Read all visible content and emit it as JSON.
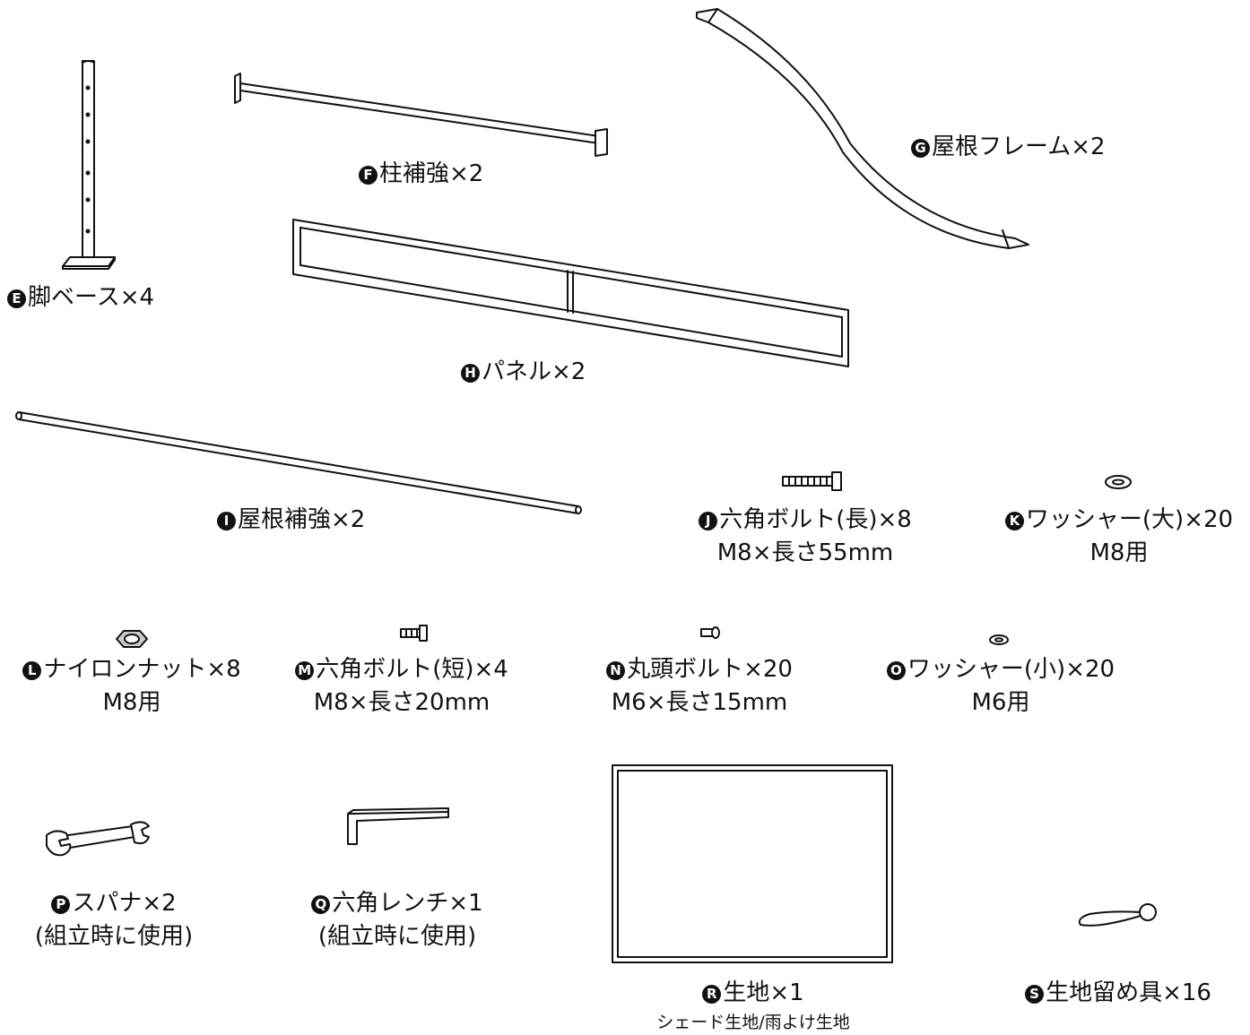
{
  "parts": {
    "E": {
      "letter": "E",
      "name": "脚ベース×4"
    },
    "F": {
      "letter": "F",
      "name": "柱補強×2"
    },
    "G": {
      "letter": "G",
      "name": "屋根フレーム×2"
    },
    "H": {
      "letter": "H",
      "name": "パネル×2"
    },
    "I": {
      "letter": "I",
      "name": "屋根補強×2"
    },
    "J": {
      "letter": "J",
      "name": "六角ボルト(長)×8",
      "spec": "M8×長さ55mm"
    },
    "K": {
      "letter": "K",
      "name": "ワッシャー(大)×20",
      "spec": "M8用"
    },
    "L": {
      "letter": "L",
      "name": "ナイロンナット×8",
      "spec": "M8用"
    },
    "M": {
      "letter": "M",
      "name": "六角ボルト(短)×4",
      "spec": "M8×長さ20mm"
    },
    "N": {
      "letter": "N",
      "name": "丸頭ボルト×20",
      "spec": "M6×長さ15mm"
    },
    "O": {
      "letter": "O",
      "name": "ワッシャー(小)×20",
      "spec": "M6用"
    },
    "P": {
      "letter": "P",
      "name": "スパナ×2",
      "spec": "(組立時に使用)"
    },
    "Q": {
      "letter": "Q",
      "name": "六角レンチ×1",
      "spec": "(組立時に使用)"
    },
    "R": {
      "letter": "R",
      "name": "生地×1",
      "spec": "シェード生地/雨よけ生地"
    },
    "S": {
      "letter": "S",
      "name": "生地留め具×16"
    }
  }
}
